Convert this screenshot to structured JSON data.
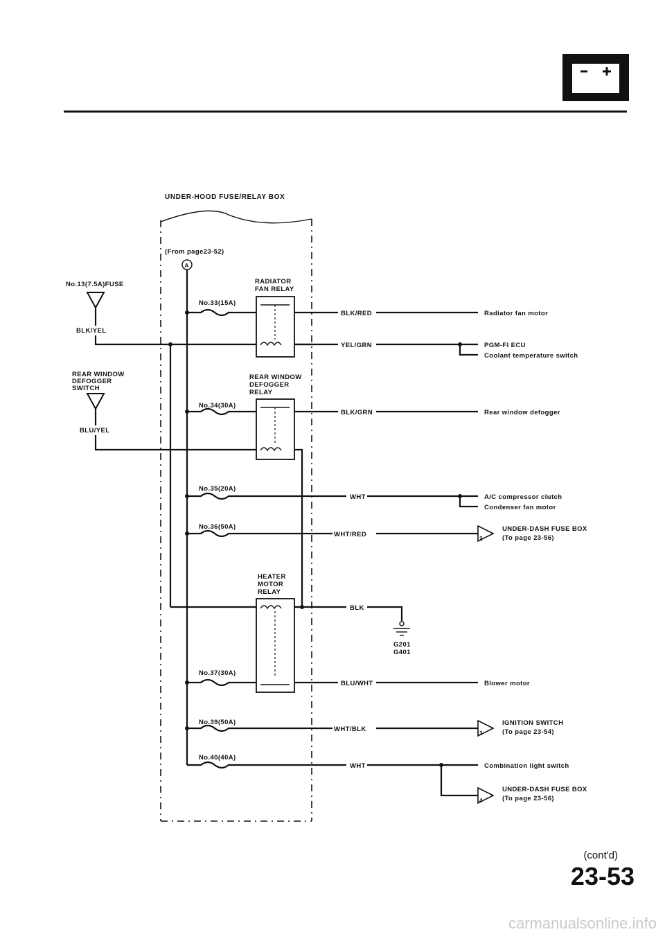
{
  "header": {
    "battery_icon": "battery-icon"
  },
  "box": {
    "title": "UNDER-HOOD FUSE/RELAY BOX",
    "from_ref": "(From page23-52)",
    "connector": "A"
  },
  "left_fuses": [
    {
      "label": "No.13(7.5A)FUSE",
      "wire": "BLK/YEL"
    }
  ],
  "switch": {
    "label": [
      "REAR WINDOW",
      "DEFOGGER",
      "SWITCH"
    ],
    "wire": "BLU/YEL"
  },
  "fuses": [
    "No.33(15A)",
    "No.34(30A)",
    "No.35(20A)",
    "No.36(50A)",
    "No.37(30A)",
    "No.39(50A)",
    "No.40(40A)"
  ],
  "relays": {
    "radiator": [
      "RADIATOR",
      "FAN RELAY"
    ],
    "defogger": [
      "REAR WINDOW",
      "DEFOGGER",
      "RELAY"
    ],
    "heater": [
      "HEATER",
      "MOTOR",
      "RELAY"
    ]
  },
  "wires": {
    "blk_red": "BLK/RED",
    "yel_grn": "YEL/GRN",
    "blk_grn": "BLK/GRN",
    "wht1": "WHT",
    "wht_red": "WHT/RED",
    "blk": "BLK",
    "blu_wht": "BLU/WHT",
    "wht_blk": "WHT/BLK",
    "wht2": "WHT"
  },
  "ground": [
    "G201",
    "G401"
  ],
  "destinations": {
    "radiator_motor": "Radiator fan motor",
    "pgm": "PGM-FI ECU",
    "coolant": "Coolant temperature switch",
    "defogger": "Rear window defogger",
    "ac": "A/C compressor clutch",
    "condenser": "Condenser fan motor",
    "underdash1": "UNDER-DASH FUSE BOX",
    "underdash1_ref": "(To page 23-56)",
    "blower": "Blower motor",
    "ignition": "IGNITION SWITCH",
    "ignition_ref": "(To page 23-54)",
    "combination": "Combination light switch",
    "underdash2": "UNDER-DASH FUSE BOX",
    "underdash2_ref": "(To page 23-56)"
  },
  "connector_numbers": [
    "2",
    "3",
    "4"
  ],
  "footer": {
    "cont": "(cont'd)",
    "page": "23-53",
    "watermark": "carmanualsonline.info"
  }
}
